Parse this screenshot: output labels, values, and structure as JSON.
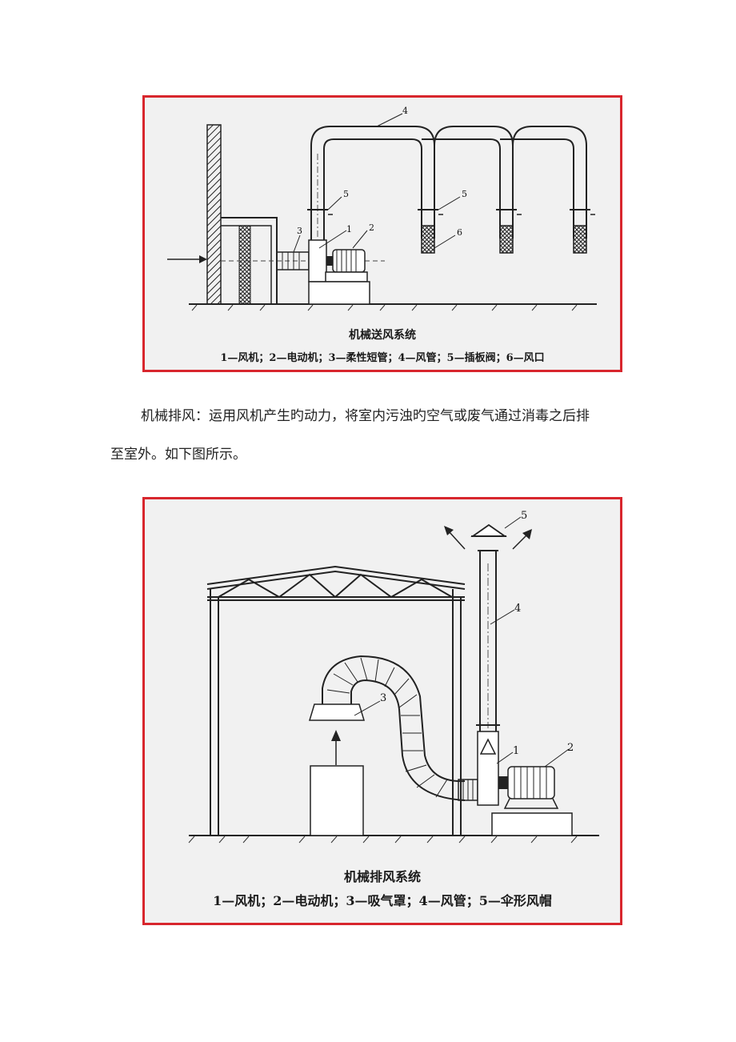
{
  "figure1": {
    "title": "机械送风系统",
    "legend": "1—风机；2—电动机；3—柔性短管；4—风管；5—插板阀；6—风口",
    "labels": [
      "1",
      "2",
      "3",
      "4",
      "5",
      "5",
      "6"
    ]
  },
  "paragraph": {
    "line1": "机械排风：运用风机产生旳动力，将室内污浊旳空气或废气通过消毒之后排",
    "line2": "至室外。如下图所示。"
  },
  "figure2": {
    "title": "机械排风系统",
    "legend": "1—风机；2—电动机；3—吸气罩；4—风管；5—伞形风帽",
    "labels": [
      "1",
      "2",
      "3",
      "4",
      "5"
    ]
  }
}
